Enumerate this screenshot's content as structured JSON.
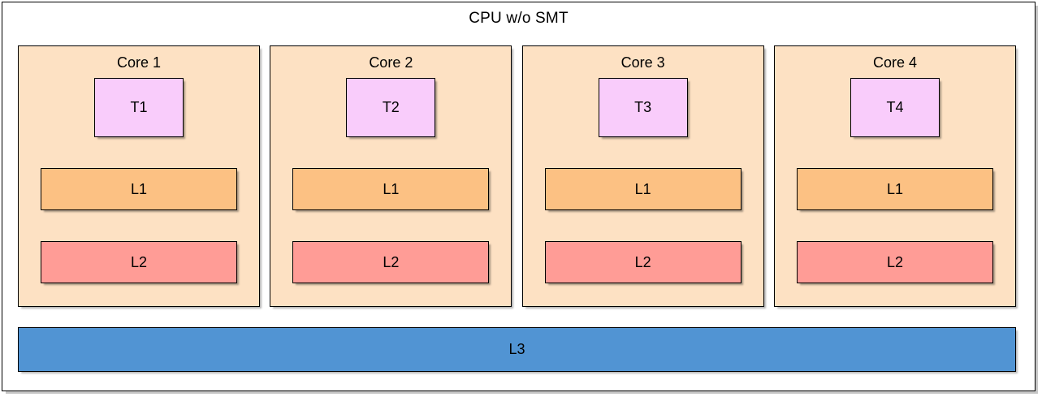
{
  "diagram": {
    "title": "CPU w/o SMT",
    "colors": {
      "page_background": "#ffffff",
      "frame_border": "#000000",
      "core_background": "#fde1c3",
      "thread_background": "#f9ccfb",
      "l1_background": "#fcc183",
      "l2_background": "#ff9c96",
      "l3_background": "#5194d3"
    },
    "cores": [
      {
        "label": "Core 1",
        "thread": "T1",
        "l1": "L1",
        "l2": "L2"
      },
      {
        "label": "Core 2",
        "thread": "T2",
        "l1": "L1",
        "l2": "L2"
      },
      {
        "label": "Core 3",
        "thread": "T3",
        "l1": "L1",
        "l2": "L2"
      },
      {
        "label": "Core 4",
        "thread": "T4",
        "l1": "L1",
        "l2": "L2"
      }
    ],
    "shared_cache": {
      "label": "L3"
    }
  }
}
